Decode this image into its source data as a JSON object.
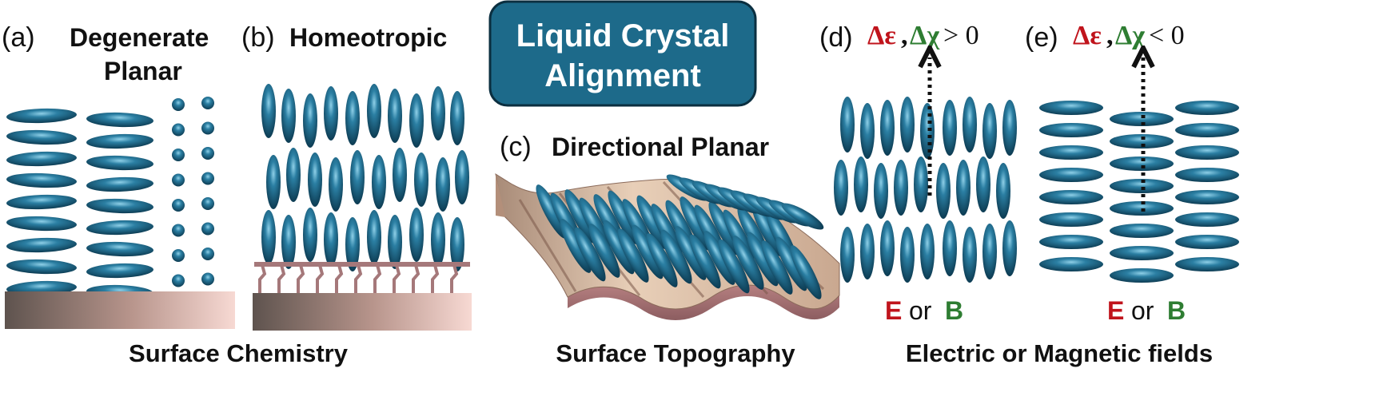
{
  "title": {
    "line1": "Liquid Crystal",
    "line2": "Alignment"
  },
  "panel_a": {
    "letter": "(a)",
    "label_line1": "Degenerate",
    "label_line2": "Planar"
  },
  "panel_b": {
    "letter": "(b)",
    "label": "Homeotropic"
  },
  "panel_c": {
    "letter": "(c)",
    "label": "Directional Planar"
  },
  "panel_d": {
    "letter": "(d)",
    "delta_eps": "Δε",
    "comma": ",",
    "delta_chi": "Δχ",
    "condition": "> 0"
  },
  "panel_e": {
    "letter": "(e)",
    "delta_eps": "Δε",
    "comma": ",",
    "delta_chi": "Δχ",
    "condition": "< 0"
  },
  "field_label": {
    "e": "E",
    "or": "or",
    "b": "B"
  },
  "captions": {
    "chemistry": "Surface Chemistry",
    "topography": "Surface Topography",
    "fields": "Electric or Magnetic fields"
  },
  "colors": {
    "molecule": "#1e6a8c",
    "molecule_highlight": "#7fc3de",
    "molecule_dark": "#0e3d55",
    "title_box": "#1d6a8a",
    "substrate_dark": "#6b5c55",
    "substrate_light": "#f4d2cc",
    "anchor_chain": "#a5787a",
    "red_text": "#c0141c",
    "green_text": "#2e7d32"
  }
}
